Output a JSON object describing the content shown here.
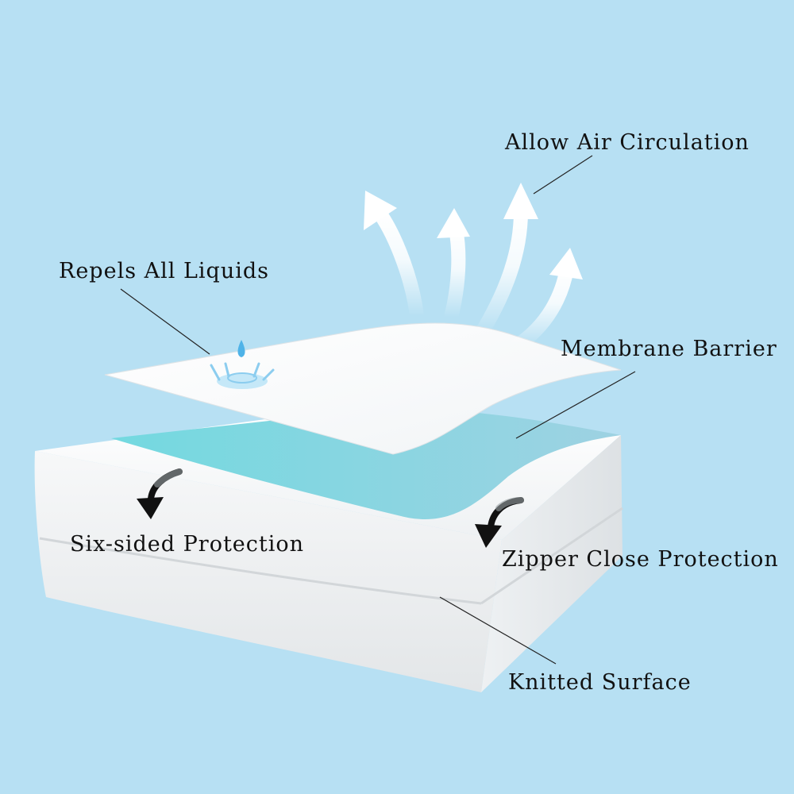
{
  "colors": {
    "background": "#b7e0f3",
    "cover": "#f4f6f7",
    "membrane": "#7fd6df",
    "arrow_fill": "#ffffff",
    "label_text": "#111111"
  },
  "labels": {
    "air": "Allow Air Circulation",
    "liquids": "Repels All Liquids",
    "membrane": "Membrane Barrier",
    "six_sided": "Six-sided Protection",
    "zipper": "Zipper Close Protection",
    "knitted": "Knitted Surface"
  },
  "icons": {
    "air_arrows": "curved-up-arrow-icon",
    "fold_arrows": "curved-down-arrow-icon",
    "droplet": "water-droplet-icon"
  }
}
